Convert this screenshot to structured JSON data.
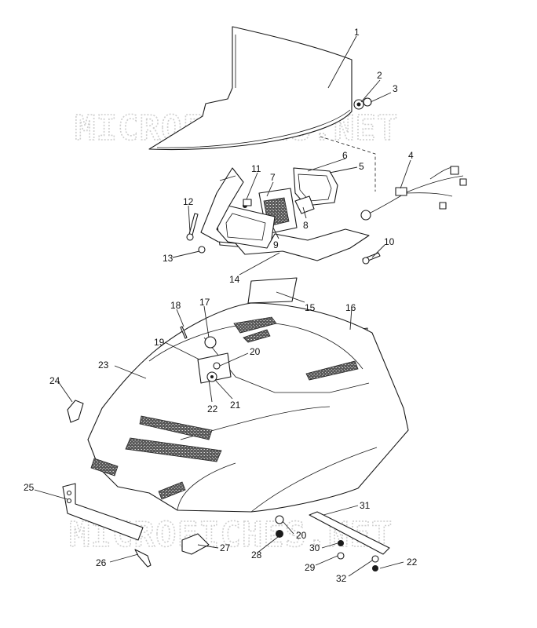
{
  "watermark": {
    "top": "MICROFICHES.NET",
    "bottom": "MICROFICHES.NET"
  },
  "callouts": [
    "1",
    "2",
    "3",
    "4",
    "5",
    "6",
    "7",
    "8",
    "9",
    "10",
    "11",
    "12",
    "13",
    "14",
    "15",
    "16",
    "17",
    "18",
    "19",
    "20",
    "21",
    "22",
    "23",
    "24",
    "25",
    "26",
    "27",
    "28",
    "20",
    "30",
    "29",
    "32",
    "22",
    "31"
  ]
}
